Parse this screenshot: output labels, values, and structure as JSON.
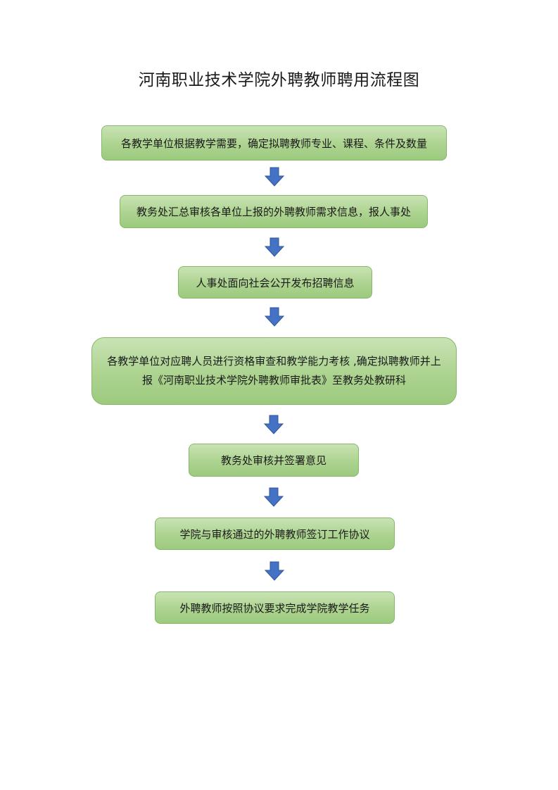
{
  "document": {
    "title": "河南职业技术学院外聘教师聘用流程图"
  },
  "flowchart": {
    "steps": [
      "各教学单位根据教学需要，确定拟聘教师专业、课程、条件及数量",
      "教务处汇总审核各单位上报的外聘教师需求信息，报人事处",
      "人事处面向社会公开发布招聘信息",
      "各教学单位对应聘人员进行资格审查和教学能力考核 ,确定拟聘教师并上报《河南职业技术学院外聘教师审批表》至教务处教研科",
      "教务处审核并签署意见",
      "学院与审核通过的外聘教师签订工作协议",
      "外聘教师按照协议要求完成学院教学任务"
    ],
    "colors": {
      "box_fill": "#acd38f",
      "box_border": "#86b86a",
      "arrow_fill": "#4472c4",
      "arrow_border": "#2f5597"
    }
  }
}
